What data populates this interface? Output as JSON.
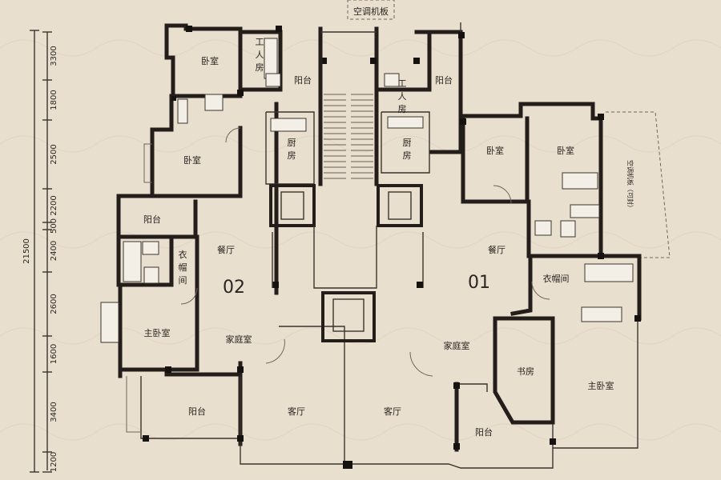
{
  "colors": {
    "background": "#e9dfcf",
    "wall": "#231e1a",
    "ink": "#2a2520"
  },
  "top_label": "空调机板",
  "side_note": "空调机板（可封）",
  "units": {
    "left": "02",
    "right": "01"
  },
  "dimensions": {
    "total": "21500",
    "segments": [
      "3300",
      "1800",
      "2500",
      "2200",
      "500",
      "2400",
      "2600",
      "1600",
      "3400",
      "1200"
    ]
  },
  "rooms": {
    "left": {
      "bedroom_top": "卧室",
      "maid_room_line1": "工",
      "maid_room_line2": "人",
      "maid_room_line3": "房",
      "balcony_top": "阳台",
      "kitchen_line1": "厨",
      "kitchen_line2": "房",
      "bedroom_mid": "卧室",
      "balcony_mid": "阳台",
      "closet_line1": "衣",
      "closet_line2": "帽",
      "closet_line3": "间",
      "dining": "餐厅",
      "master_bedroom": "主卧室",
      "family_room": "家庭室",
      "balcony_bottom": "阳台",
      "living": "客厅"
    },
    "right": {
      "maid_room_line1": "工",
      "maid_room_line2": "人",
      "maid_room_line3": "房",
      "balcony_top": "阳台",
      "kitchen_line1": "厨",
      "kitchen_line2": "房",
      "bedroom_1": "卧室",
      "bedroom_2": "卧室",
      "dining": "餐厅",
      "closet": "衣帽间",
      "family_room": "家庭室",
      "study": "书房",
      "master_bedroom": "主卧室",
      "living": "客厅",
      "balcony_bottom": "阳台"
    }
  }
}
